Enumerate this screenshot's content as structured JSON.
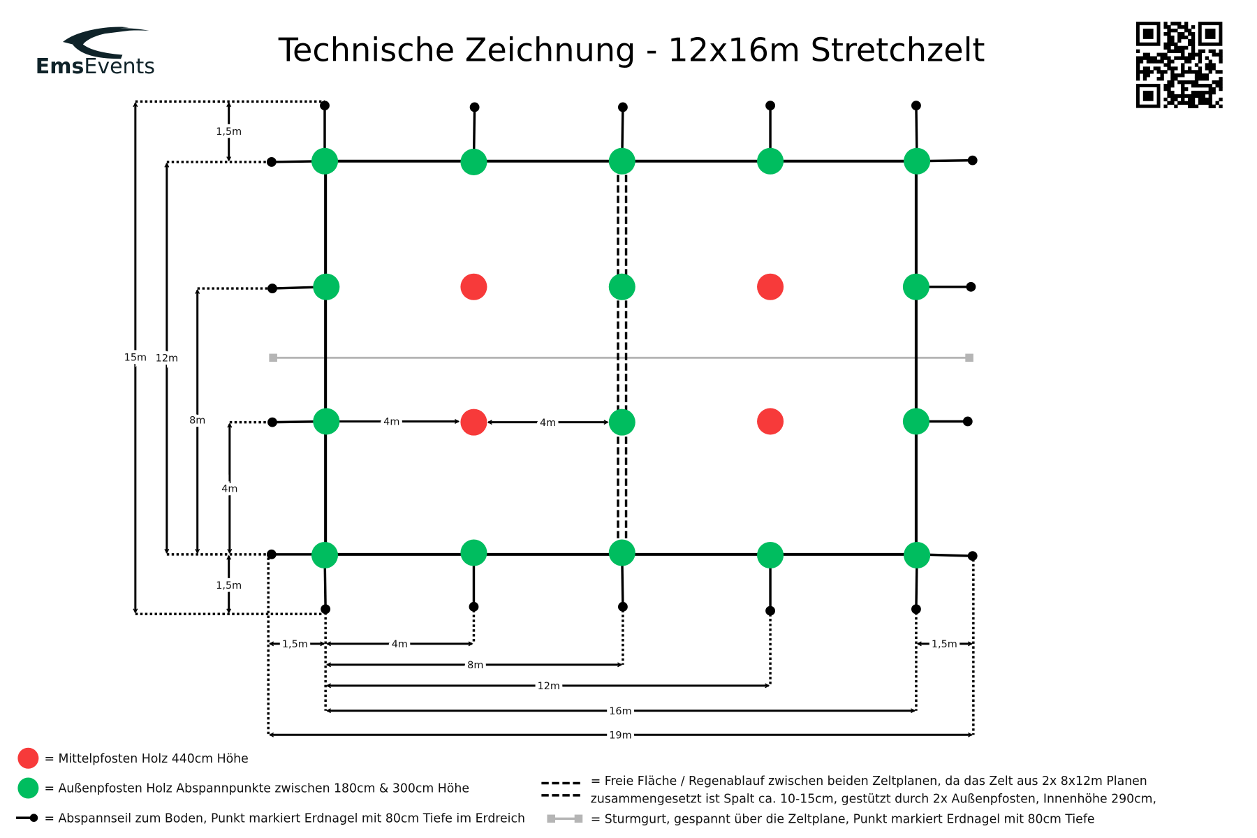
{
  "header": {
    "title": "Technische Zeichnung - 12x16m Stretchzelt",
    "logo": {
      "bold": "Ems",
      "regular": "Events"
    },
    "qr_code": "qr-code-icon"
  },
  "colors": {
    "center_post": "#f73a3a",
    "outer_post": "#00bd5f",
    "line": "#000000",
    "strap": "#b5b5b5"
  },
  "dimensions": {
    "left": {
      "d15": "15m",
      "d12": "12m",
      "d8": "8m",
      "d4": "4m",
      "top15": "1,5m",
      "bottom15": "1,5m"
    },
    "interior": {
      "a": "4m",
      "b": "4m"
    },
    "bottom": {
      "left15": "1,5m",
      "d4": "4m",
      "d8": "8m",
      "d12": "12m",
      "d16": "16m",
      "d19": "19m",
      "right15": "1,5m"
    }
  },
  "legend": {
    "center_post": "= Mittelpfosten Holz 440cm Höhe",
    "outer_post": "= Außenpfosten Holz Abspannpunkte zwischen 180cm & 300cm Höhe",
    "guy_rope": "= Abspannseil zum Boden, Punkt markiert Erdnagel mit 80cm Tiefe im Erdreich",
    "gap_line1": "= Freie Fläche / Regenablauf zwischen beiden Zeltplanen, da das Zelt aus 2x 8x12m Planen",
    "gap_line2": "zusammengesetzt ist Spalt ca. 10-15cm, gestützt durch 2x Außenpfosten, Innenhöhe 290cm,",
    "storm_strap": "= Sturmgurt, gespannt über die Zeltplane, Punkt markiert Erdnagel mit 80cm Tiefe"
  }
}
